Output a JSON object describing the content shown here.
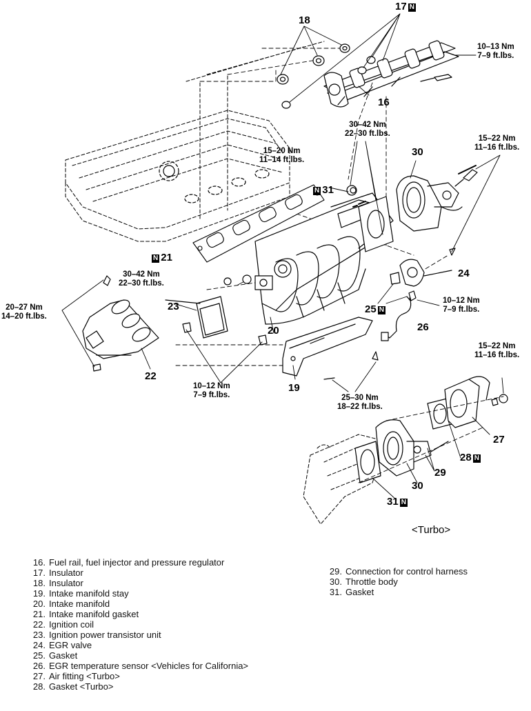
{
  "callouts": {
    "c16": "16",
    "c17": "17",
    "c17_badge": "N",
    "c18": "18",
    "c19": "19",
    "c20": "20",
    "c21": "21",
    "c21_badge": "N",
    "c22": "22",
    "c23": "23",
    "c24": "24",
    "c25": "25",
    "c25_badge": "N",
    "c26": "26",
    "c27": "27",
    "c28": "28",
    "c28_badge": "N",
    "c29": "29",
    "c30_top": "30",
    "c30_turbo": "30",
    "c31_top": "31",
    "c31_top_badge": "N",
    "c31_turbo": "31",
    "c31_turbo_badge": "N"
  },
  "torque_specs": {
    "fuel_rail_bolt": {
      "nm": "10–13 Nm",
      "ftlbs": "7–9 ft.lbs."
    },
    "egr_bolt_upper": {
      "nm": "30–42 Nm",
      "ftlbs": "22–30 ft.lbs."
    },
    "throttle_body_bolt": {
      "nm": "15–22 Nm",
      "ftlbs": "11–16 ft.lbs."
    },
    "manifold_nut": {
      "nm": "15–20 Nm",
      "ftlbs": "11–14 ft.lbs."
    },
    "stay_bolt_upper": {
      "nm": "30–42 Nm",
      "ftlbs": "22–30 ft.lbs."
    },
    "coil_bolt": {
      "nm": "20–27 Nm",
      "ftlbs": "14–20 ft.lbs."
    },
    "egr_sensor": {
      "nm": "10–12 Nm",
      "ftlbs": "7–9 ft.lbs."
    },
    "transistor_bolt": {
      "nm": "10–12 Nm",
      "ftlbs": "7–9 ft.lbs."
    },
    "stay_bolt_lower": {
      "nm": "25–30 Nm",
      "ftlbs": "18–22 ft.lbs."
    },
    "turbo_throttle_nut": {
      "nm": "15–22 Nm",
      "ftlbs": "11–16 ft.lbs."
    }
  },
  "turbo_label": "<Turbo>",
  "legend_left": [
    {
      "num": "16.",
      "text": "Fuel rail, fuel injector and pressure regulator"
    },
    {
      "num": "17.",
      "text": "Insulator"
    },
    {
      "num": "18.",
      "text": "Insulator"
    },
    {
      "num": "19.",
      "text": "Intake manifold stay"
    },
    {
      "num": "20.",
      "text": "Intake manifold"
    },
    {
      "num": "21.",
      "text": "Intake manifold gasket"
    },
    {
      "num": "22.",
      "text": "Ignition coil"
    },
    {
      "num": "23.",
      "text": "Ignition power transistor unit"
    },
    {
      "num": "24.",
      "text": "EGR valve"
    },
    {
      "num": "25.",
      "text": "Gasket"
    },
    {
      "num": "26.",
      "text": "EGR temperature sensor <Vehicles for California>"
    },
    {
      "num": "27.",
      "text": "Air fitting <Turbo>"
    },
    {
      "num": "28.",
      "text": "Gasket <Turbo>"
    }
  ],
  "legend_right": [
    {
      "num": "29.",
      "text": "Connection for control harness"
    },
    {
      "num": "30.",
      "text": "Throttle body"
    },
    {
      "num": "31.",
      "text": "Gasket"
    }
  ]
}
